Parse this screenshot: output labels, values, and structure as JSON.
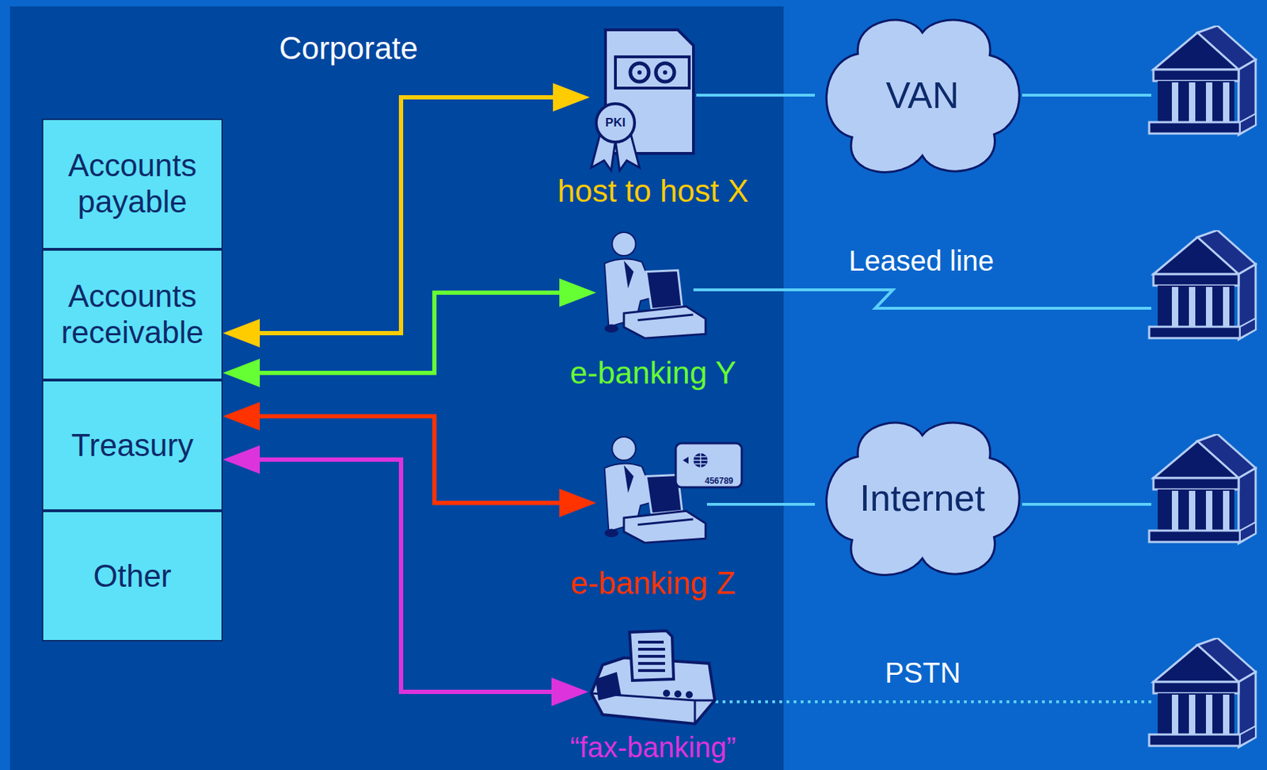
{
  "diagram": {
    "nodes": [
      {
        "text": [
          "Accounts payable"
        ]
      },
      {
        "text": [
          "Accounts receivable"
        ]
      },
      {
        "text": [
          "Treasury"
        ]
      },
      {
        "text": [
          "Other"
        ]
      },
      {
        "text": [
          "host to host X"
        ]
      },
      {
        "text": [
          "VAN"
        ]
      },
      {
        "text": [
          "e-banking Y"
        ]
      },
      {
        "text": [
          "e-banking Z"
        ]
      },
      {
        "text": [
          "Internet"
        ]
      },
      {
        "text": [
          "“fax-banking”"
        ]
      }
    ],
    "edges": [
      {
        "from": 1,
        "to": 4,
        "arrow": "both"
      },
      {
        "from": 1,
        "to": 6,
        "arrow": "both"
      },
      {
        "from": 2,
        "to": 7,
        "arrow": "both"
      },
      {
        "from": 2,
        "to": 9,
        "arrow": "both"
      },
      {
        "from": 4,
        "to": 5,
        "arrow": "none"
      },
      {
        "from": 7,
        "to": 8,
        "arrow": "none"
      }
    ],
    "labels": [
      "Corporate",
      "PKI",
      "456789",
      "Leased line",
      "PSTN"
    ]
  }
}
